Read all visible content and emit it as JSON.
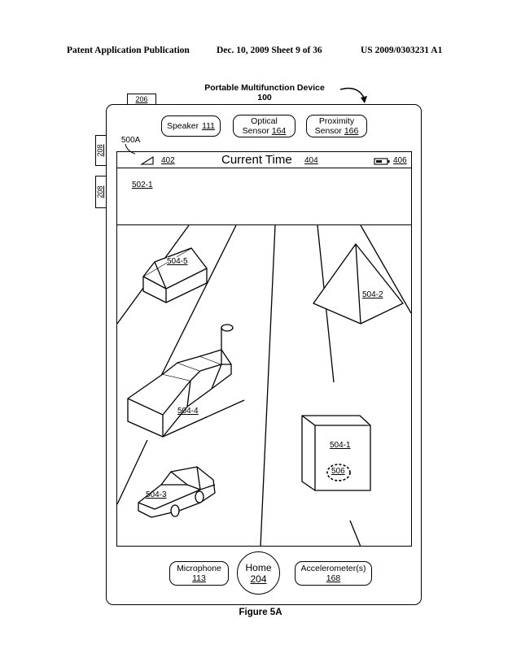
{
  "header": {
    "left": "Patent Application Publication",
    "date_sheet": "Dec. 10, 2009   Sheet 9 of 36",
    "pub_number": "US 2009/0303231 A1"
  },
  "device": {
    "title": "Portable Multifunction Device",
    "ref": "100",
    "top_button_ref": "206",
    "side_button_1_ref": "208",
    "side_button_2_ref": "208",
    "ui_ref": "500A"
  },
  "sensors": {
    "speaker_label": "Speaker",
    "speaker_ref": "111",
    "optical_line1": "Optical",
    "optical_line2": "Sensor",
    "optical_ref": "164",
    "proximity_line1": "Proximity",
    "proximity_line2": "Sensor",
    "proximity_ref": "166"
  },
  "status_bar": {
    "signal_ref": "402",
    "title": "Current Time",
    "time_ref": "404",
    "battery_ref": "406"
  },
  "info_area": {
    "ref": "502-1"
  },
  "scene": {
    "house_ref": "504-5",
    "pyramid_ref": "504-2",
    "building_ref": "504-4",
    "box_ref": "504-1",
    "circle_ref": "506",
    "car_ref": "504-3"
  },
  "bottom": {
    "microphone_label": "Microphone",
    "microphone_ref": "113",
    "home_label": "Home",
    "home_ref": "204",
    "accel_label": "Accelerometer(s)",
    "accel_ref": "168"
  },
  "caption": "Figure 5A"
}
